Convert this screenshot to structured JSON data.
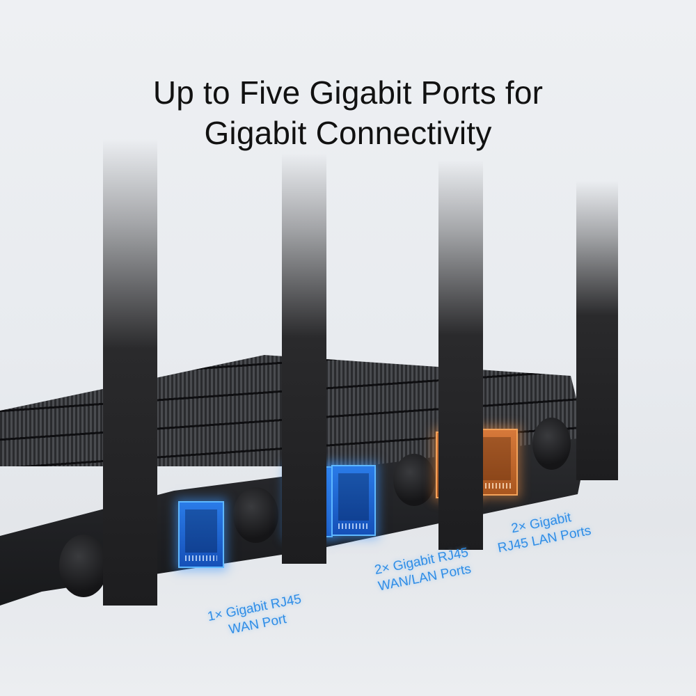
{
  "headline": {
    "line1": "Up to Five Gigabit Ports for",
    "line2": "Gigabit Connectivity"
  },
  "ports": [
    {
      "count_label": "1× Gigabit RJ45",
      "type_label": "WAN Port",
      "color": "#2a7be8",
      "quantity": 1
    },
    {
      "count_label": "2× Gigabit RJ45",
      "type_label": "WAN/LAN Ports",
      "color": "#2a7be8",
      "quantity": 2
    },
    {
      "count_label": "2× Gigabit",
      "type_label": "RJ45 LAN Ports",
      "color": "#d7793a",
      "quantity": 2
    }
  ],
  "colors": {
    "label_blue": "#2f8de6",
    "port_blue": "#2a7be8",
    "port_orange": "#d7793a",
    "router_body": "#1f2023",
    "background": "#eceef1"
  },
  "antenna_count": 4
}
